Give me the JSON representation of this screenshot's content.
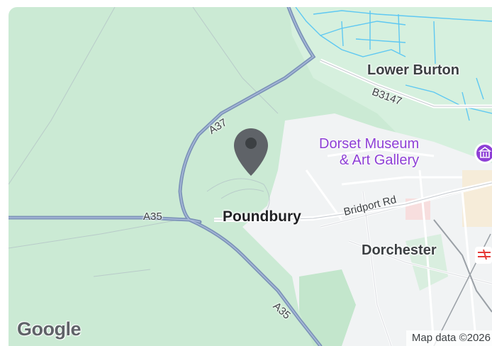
{
  "map": {
    "places": {
      "lower_burton": "Lower Burton",
      "poundbury": "Poundbury",
      "dorchester": "Dorchester"
    },
    "poi": {
      "museum_line1": "Dorset Museum",
      "museum_line2": "& Art Gallery",
      "museum_icon": "museum-icon",
      "color": "#8e3fd6"
    },
    "roads": {
      "a37": "A37",
      "a35_west": "A35",
      "a35_south": "A35",
      "b3147": "B3147",
      "bridport_rd": "Bridport Rd"
    },
    "marker_icon": "location-pin-icon",
    "attribution": "Map data ©2026",
    "logo": "Google",
    "colors": {
      "land": "#cbead4",
      "town": "#f1f3f4",
      "water": "#4fc3f7",
      "highway": "#7d94b8",
      "marker": "#5f6368"
    }
  }
}
